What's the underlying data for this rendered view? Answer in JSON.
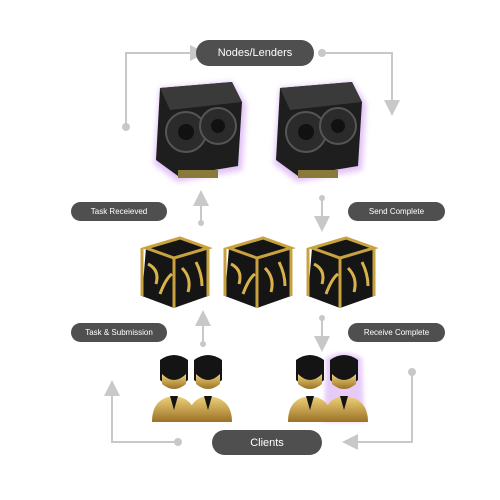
{
  "top_label": "Nodes/Lenders",
  "bottom_label": "Clients",
  "steps": {
    "task_received": "Task Receieved",
    "send_complete": "Send Complete",
    "task_submission": "Task & Submission",
    "receive_complete": "Receive Complete"
  },
  "colors": {
    "pill_bg": "#4f4f4f",
    "connector": "#c8c8c8",
    "gpu_glow": "#c98cf0",
    "gold": "#c9a240"
  },
  "icons": [
    "gpu-card-icon",
    "gold-cube-icon",
    "user-pair-icon"
  ]
}
